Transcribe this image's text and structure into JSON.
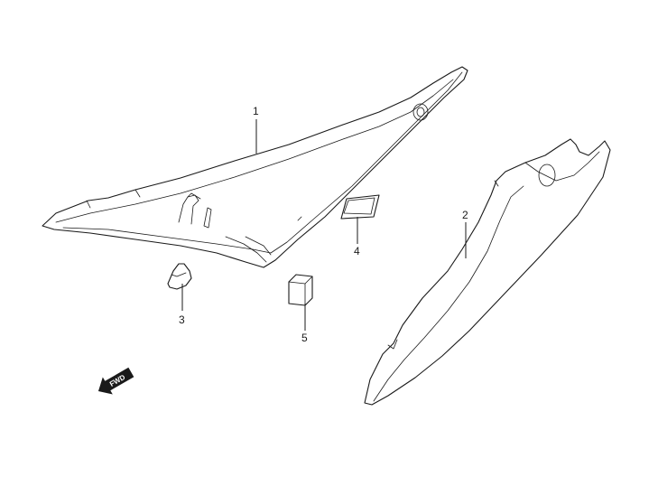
{
  "callouts": [
    {
      "id": "1",
      "label": "1"
    },
    {
      "id": "2",
      "label": "2"
    },
    {
      "id": "3",
      "label": "3"
    },
    {
      "id": "4",
      "label": "4"
    },
    {
      "id": "5",
      "label": "5"
    }
  ],
  "fwd_arrow": {
    "label": "FWD",
    "icon": "fwd-arrow-icon"
  },
  "colors": {
    "ink": "#1a1a1a",
    "background": "#ffffff"
  }
}
